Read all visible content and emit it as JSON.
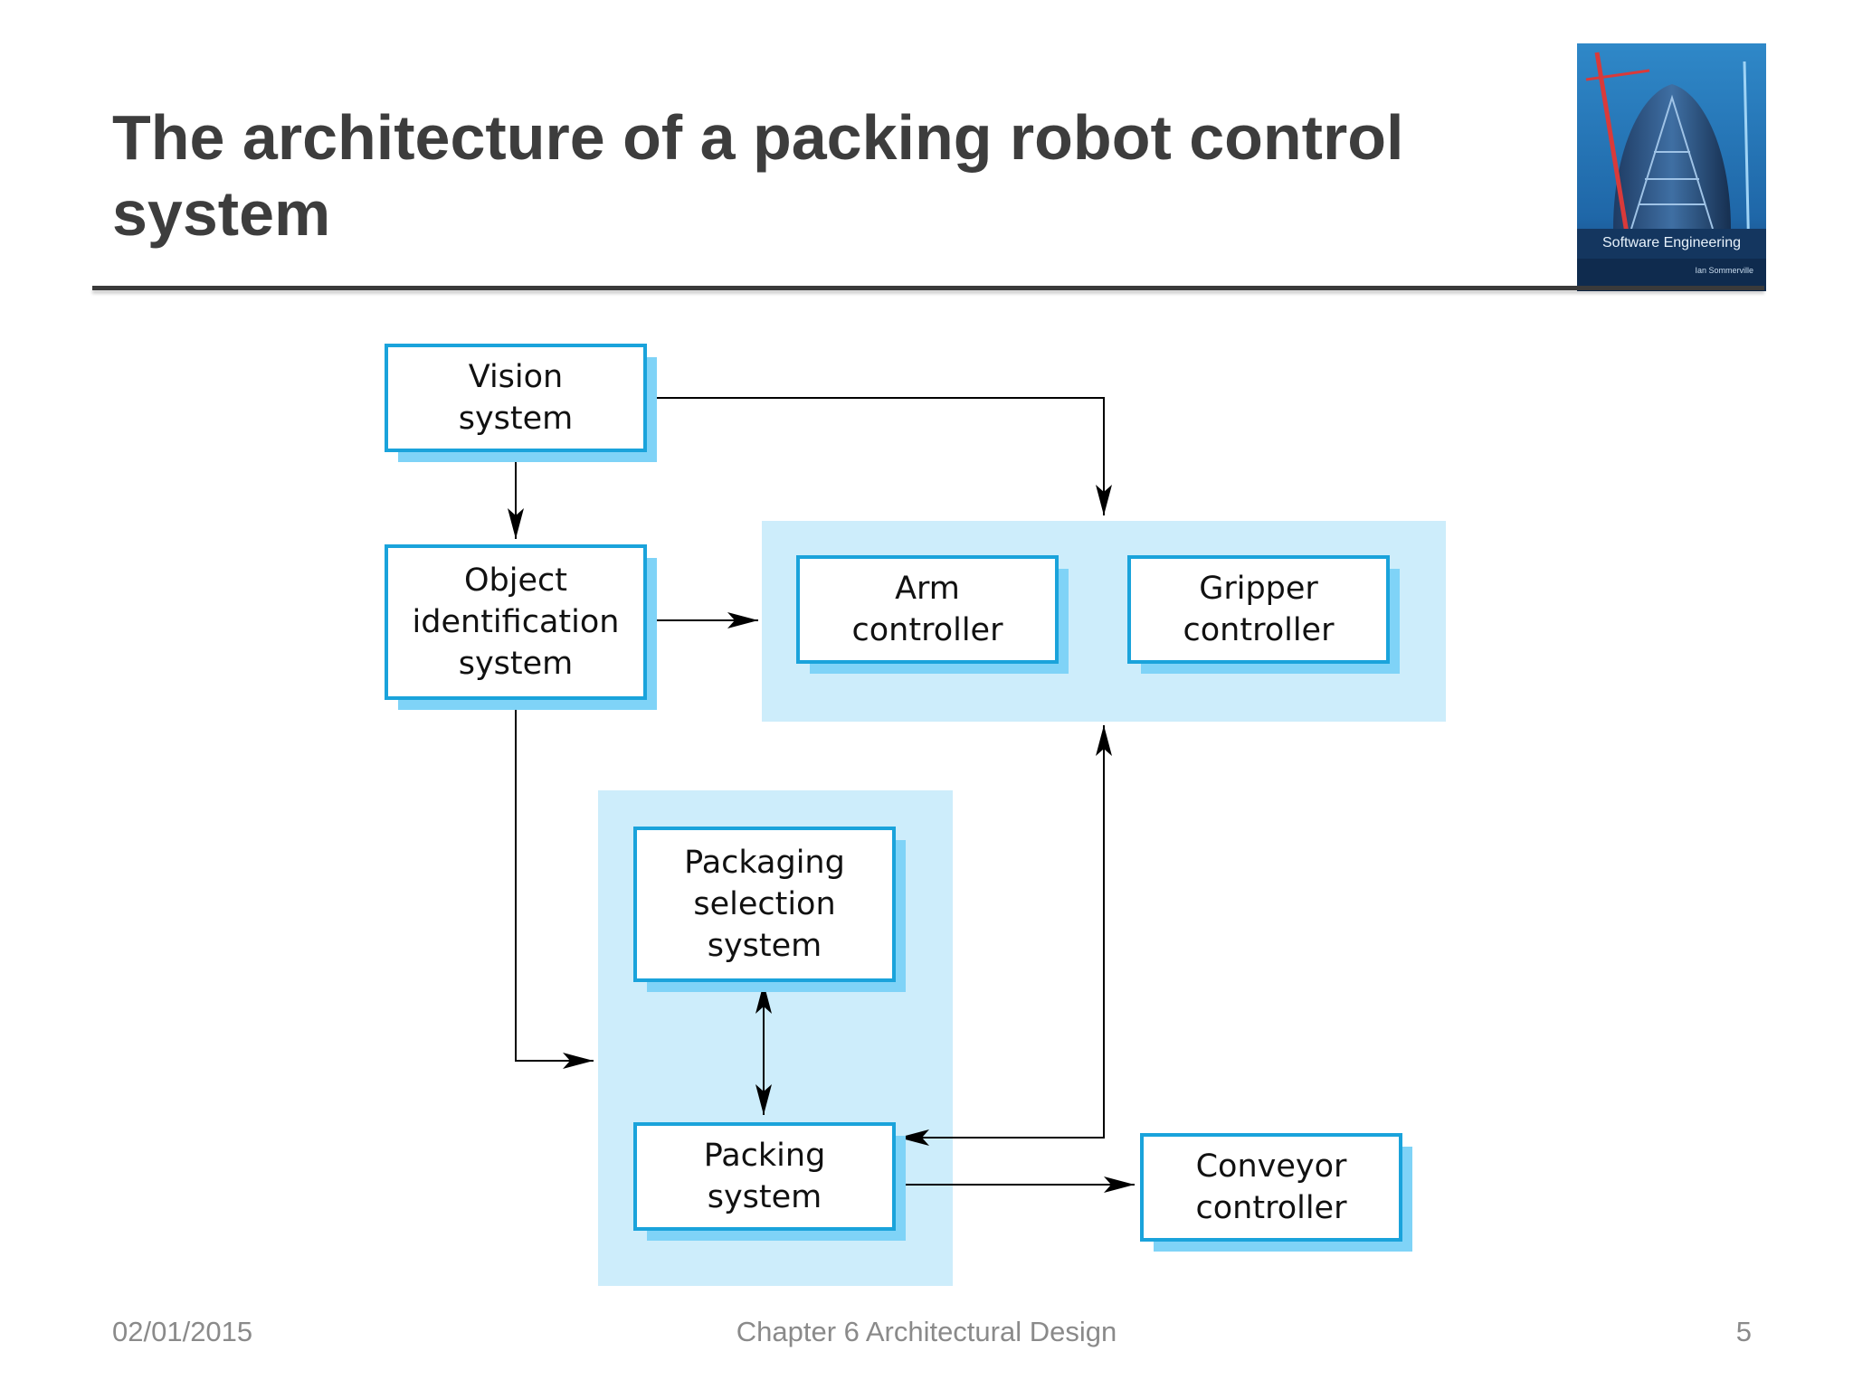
{
  "slide": {
    "title_line1": "The architecture of a packing robot control",
    "title_line2": "system",
    "date": "02/01/2015",
    "chapter": "Chapter 6 Architectural Design",
    "page": "5"
  },
  "book_cover": {
    "title": "Software Engineering",
    "author": "Ian Sommerville"
  },
  "diagram": {
    "nodes": {
      "vision": [
        "Vision",
        "system"
      ],
      "object": [
        "Object",
        "identification",
        "system"
      ],
      "arm": [
        "Arm",
        "controller"
      ],
      "gripper": [
        "Gripper",
        "controller"
      ],
      "packaging": [
        "Packaging",
        "selection",
        "system"
      ],
      "packing": [
        "Packing",
        "system"
      ],
      "conveyor": [
        "Conveyor",
        "controller"
      ]
    }
  },
  "colors": {
    "box_border": "#1aa3db",
    "box_shadow": "#7fd3f7",
    "group_fill": "#cdedfb",
    "title_text": "#3d3d3d",
    "footer_text": "#8a8a8a"
  }
}
